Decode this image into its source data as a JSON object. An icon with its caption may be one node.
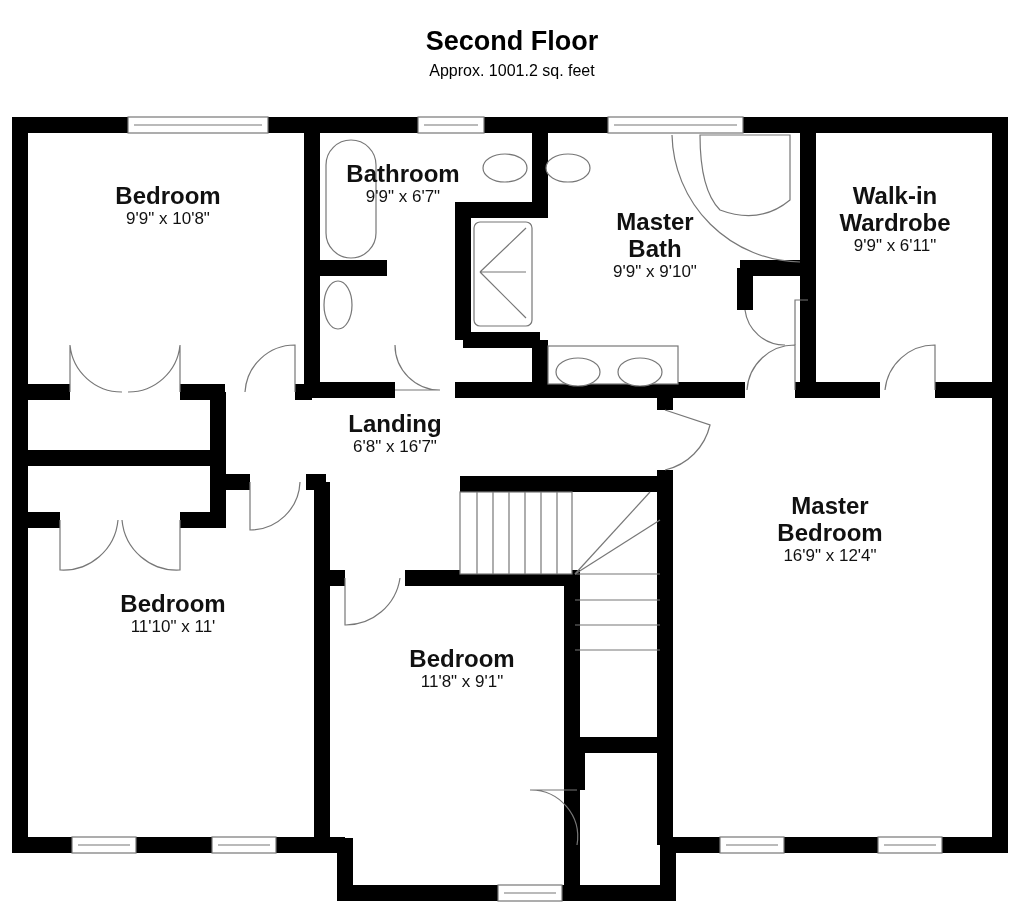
{
  "diagram": {
    "title": "Second Floor",
    "nodes": [
      {
        "text": [
          "Bedroom",
          "9'9\" x 10'8\""
        ]
      },
      {
        "text": [
          "Bathroom",
          "9'9\" x 6'7\""
        ]
      },
      {
        "text": [
          "Master Bath",
          "9'9\" x 9'10\""
        ]
      },
      {
        "text": [
          "Walk-in Wardrobe",
          "9'9\" x 6'11\""
        ]
      },
      {
        "text": [
          "Landing",
          "6'8\" x 16'7\""
        ]
      },
      {
        "text": [
          "Bedroom",
          "11'10\" x 11'"
        ]
      },
      {
        "text": [
          "Bedroom",
          "11'8\" x 9'1\""
        ]
      },
      {
        "text": [
          "Master Bedroom",
          "16'9\" x 12'4\""
        ]
      }
    ],
    "labels": [
      "Approx. 1001.2 sq. feet"
    ]
  }
}
